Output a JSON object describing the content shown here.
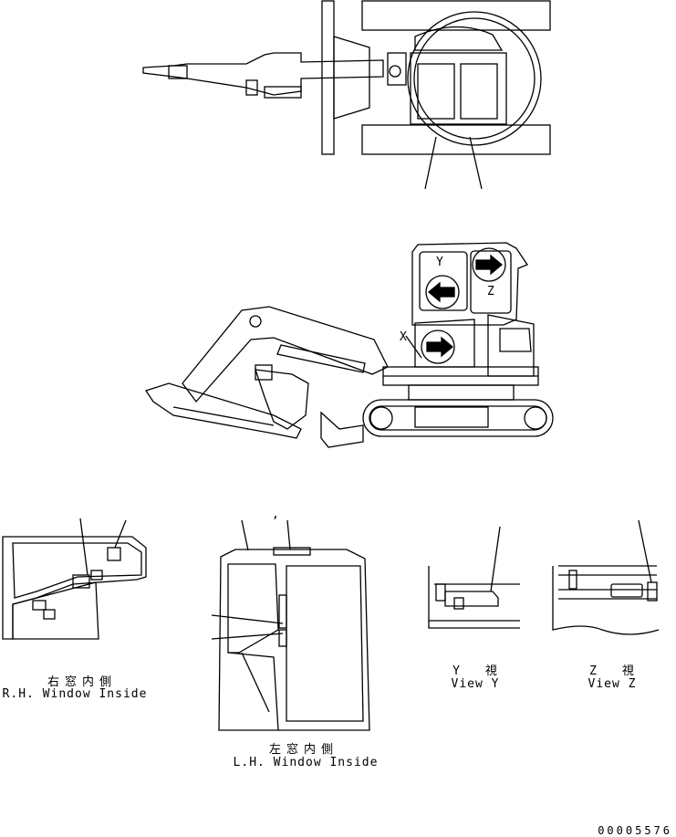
{
  "views": {
    "rh_window": {
      "label_jp": "右窓内側",
      "label_en": "R.H. Window Inside"
    },
    "lh_window": {
      "label_jp": "左窓内側",
      "label_en": "L.H. Window Inside"
    },
    "view_y": {
      "label_jp": "Y 視",
      "label_en": "View Y"
    },
    "view_z": {
      "label_jp": "Z 視",
      "label_en": "View Z"
    }
  },
  "callouts": {
    "side_y": "Y",
    "side_z": "Z",
    "side_x": "X",
    "cab_tick": ","
  },
  "drawing_number": "00005576",
  "colors": {
    "line": "#000000",
    "background": "#ffffff"
  }
}
